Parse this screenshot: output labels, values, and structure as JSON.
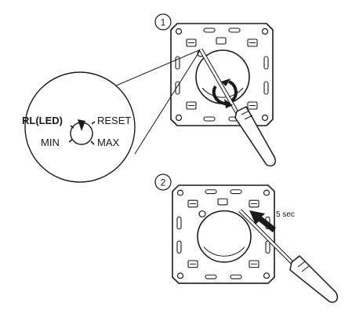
{
  "steps": [
    {
      "number": "1"
    },
    {
      "number": "2"
    }
  ],
  "dial": {
    "mode_label": "RL(LED)",
    "reset_label": "RESET",
    "min_label": "MIN",
    "max_label": "MAX"
  },
  "press": {
    "duration_label": "5 sec"
  },
  "icons": [
    "screwdriver-icon",
    "rotate-arrow-icon",
    "press-arrow-icon",
    "dimmer-plate-icon"
  ]
}
